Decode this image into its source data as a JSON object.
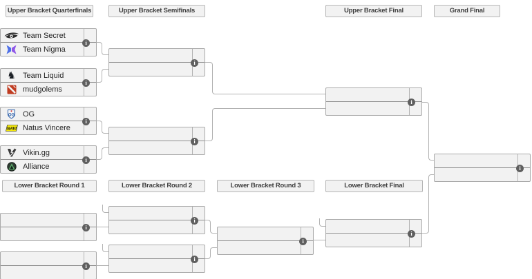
{
  "colors": {
    "page_bg": "#ffffff",
    "box_bg": "#f2f2f2",
    "box_border": "#a9a9a9",
    "row_divider": "#8f8f8f",
    "connector": "#b2b2b2",
    "info_icon_bg": "#5f5f5f",
    "header_text": "#3d3d3d",
    "team_text": "#252525"
  },
  "icons": {
    "info_glyph": "i"
  },
  "headers": {
    "upper": [
      "Upper Bracket Quarterfinals",
      "Upper Bracket Semifinals",
      "Upper Bracket Final",
      "Grand Final"
    ],
    "lower": [
      "Lower Bracket Round 1",
      "Lower Bracket Round 2",
      "Lower Bracket Round 3",
      "Lower Bracket Final"
    ]
  },
  "matches": {
    "ubqf1": {
      "top": {
        "name": "Team Secret",
        "logo": "team-secret-logo",
        "score": ""
      },
      "bottom": {
        "name": "Team Nigma",
        "logo": "team-nigma-logo",
        "score": ""
      }
    },
    "ubqf2": {
      "top": {
        "name": "Team Liquid",
        "logo": "team-liquid-logo",
        "score": ""
      },
      "bottom": {
        "name": "mudgolems",
        "logo": "mudgolems-logo",
        "score": ""
      }
    },
    "ubqf3": {
      "top": {
        "name": "OG",
        "logo": "og-logo",
        "score": ""
      },
      "bottom": {
        "name": "Natus Vincere",
        "logo": "natus-vincere-logo",
        "score": ""
      }
    },
    "ubqf4": {
      "top": {
        "name": "Vikin.gg",
        "logo": "vikin-gg-logo",
        "score": ""
      },
      "bottom": {
        "name": "Alliance",
        "logo": "alliance-logo",
        "score": ""
      }
    },
    "ubsf1": {
      "top": {
        "name": "",
        "score": ""
      },
      "bottom": {
        "name": "",
        "score": ""
      }
    },
    "ubsf2": {
      "top": {
        "name": "",
        "score": ""
      },
      "bottom": {
        "name": "",
        "score": ""
      }
    },
    "ubfinal": {
      "top": {
        "name": "",
        "score": ""
      },
      "bottom": {
        "name": "",
        "score": ""
      }
    },
    "grandfinal": {
      "top": {
        "name": "",
        "score": ""
      },
      "bottom": {
        "name": "",
        "score": ""
      }
    },
    "lbr1m1": {
      "top": {
        "name": "",
        "score": ""
      },
      "bottom": {
        "name": "",
        "score": ""
      }
    },
    "lbr1m2": {
      "top": {
        "name": "",
        "score": ""
      },
      "bottom": {
        "name": "",
        "score": ""
      }
    },
    "lbr2m1": {
      "top": {
        "name": "",
        "score": ""
      },
      "bottom": {
        "name": "",
        "score": ""
      }
    },
    "lbr2m2": {
      "top": {
        "name": "",
        "score": ""
      },
      "bottom": {
        "name": "",
        "score": ""
      }
    },
    "lbr3": {
      "top": {
        "name": "",
        "score": ""
      },
      "bottom": {
        "name": "",
        "score": ""
      }
    },
    "lbfinal": {
      "top": {
        "name": "",
        "score": ""
      },
      "bottom": {
        "name": "",
        "score": ""
      }
    }
  }
}
